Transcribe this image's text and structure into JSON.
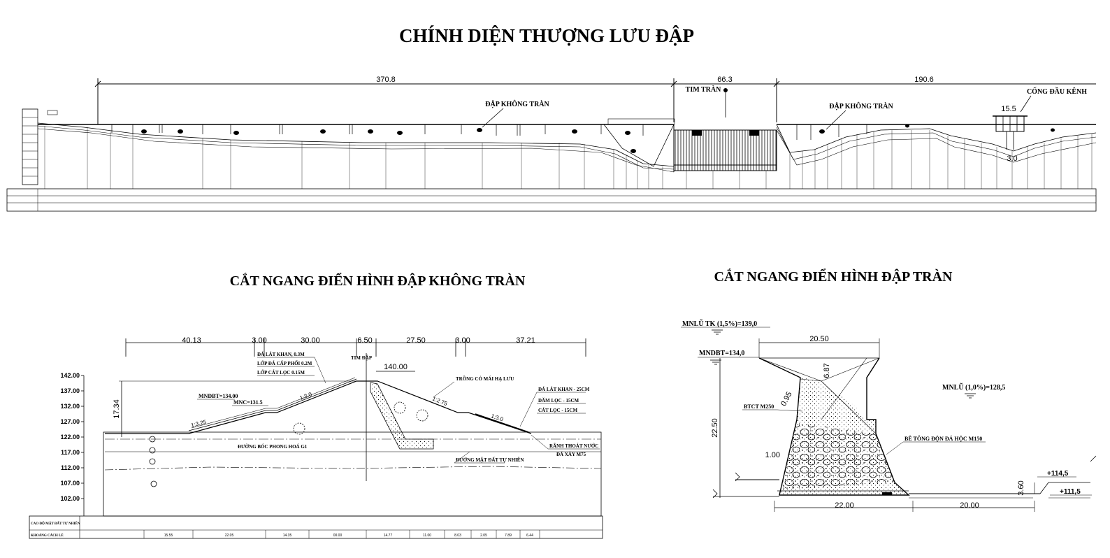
{
  "upstream_elevation": {
    "title": "CHÍNH DIỆN THƯỢNG LƯU ĐẬP",
    "dim_left": "370.8",
    "dim_mid": "66.3",
    "dim_right": "190.6",
    "label_crest": "TIM TRÀN",
    "label_dam_left": "ĐẬP KHÔNG TRÀN",
    "label_dam_right": "ĐẬP KHÔNG TRÀN",
    "label_culvert": "CỐNG ĐẦU KÊNH",
    "dim_culvert_top": "15.5",
    "dim_culvert_bottom": "3.0"
  },
  "non_overflow_section": {
    "title": "CẮT NGANG ĐIỂN HÌNH ĐẬP KHÔNG TRÀN",
    "top_dims": [
      "40.13",
      "3.00",
      "30.00",
      "6.50",
      "27.50",
      "3.00",
      "37.21"
    ],
    "crest_width": "140.00",
    "axis_label": "TIM ĐẬP",
    "height_dim": "17.34",
    "elevation_ticks": [
      "142.00",
      "137.00",
      "132.00",
      "127.00",
      "122.00",
      "117.00",
      "112.00",
      "107.00",
      "102.00"
    ],
    "layer_labels": [
      "ĐÁ LÁT KHAN, 0.3M",
      "LỚP ĐÁ CẤP PHỐI 0.2M",
      "LỚP CÁT LỌC 0.15M"
    ],
    "label_mndbt": "MNDBT=134.00",
    "label_mnc": "MNC=131.5",
    "slopes": [
      "1:3.25",
      "1:3.0",
      "1:2.75",
      "1:3.0"
    ],
    "label_grass": "TRỒNG CỎ MÁI HẠ LƯU",
    "right_labels": [
      "ĐÁ LÁT KHAN - 25CM",
      "DĂM LỌC - 15CM",
      "CÁT LỌC - 15CM"
    ],
    "label_stripping": "ĐƯỜNG BÓC PHONG HOÁ G1",
    "label_drain": "RÃNH THOÁT NƯỚC",
    "label_drain_material": "ĐÁ XÂY M75",
    "label_ground": "ĐƯỜNG MẶT ĐẤT TỰ NHIÊN",
    "table_row1": "CAO ĐỘ MẶT ĐẤT TỰ NHIÊN",
    "table_row2": "KHOẢNG CÁCH LẺ",
    "table_distances": [
      "15.55",
      "22.05",
      "14.35",
      "00.00",
      "14.77",
      "11.00",
      "8.03",
      "2.05",
      "7.89",
      "6.44"
    ]
  },
  "overflow_section": {
    "title": "CẮT NGANG ĐIỂN HÌNH ĐẬP TRÀN",
    "label_flood_design": "MNLŨ TK (1,5%)=139,0",
    "label_mndbt": "MNDBT=134,0",
    "label_flood_check": "MNLŨ (1,0%)=128,5",
    "dim_top": "20.50",
    "dim_crest_h": "6.87",
    "slope_top": "0.95",
    "label_btct": "BTCT M250",
    "dim_height": "22.50",
    "slope_upstream": "1.00",
    "label_concrete": "BÊ TÔNG ĐỘN ĐÁ HỘC M150",
    "dim_base": "22.00",
    "dim_apron": "20.00",
    "dim_drop": "3.60",
    "elev_1": "+114,5",
    "elev_2": "+111,5"
  }
}
